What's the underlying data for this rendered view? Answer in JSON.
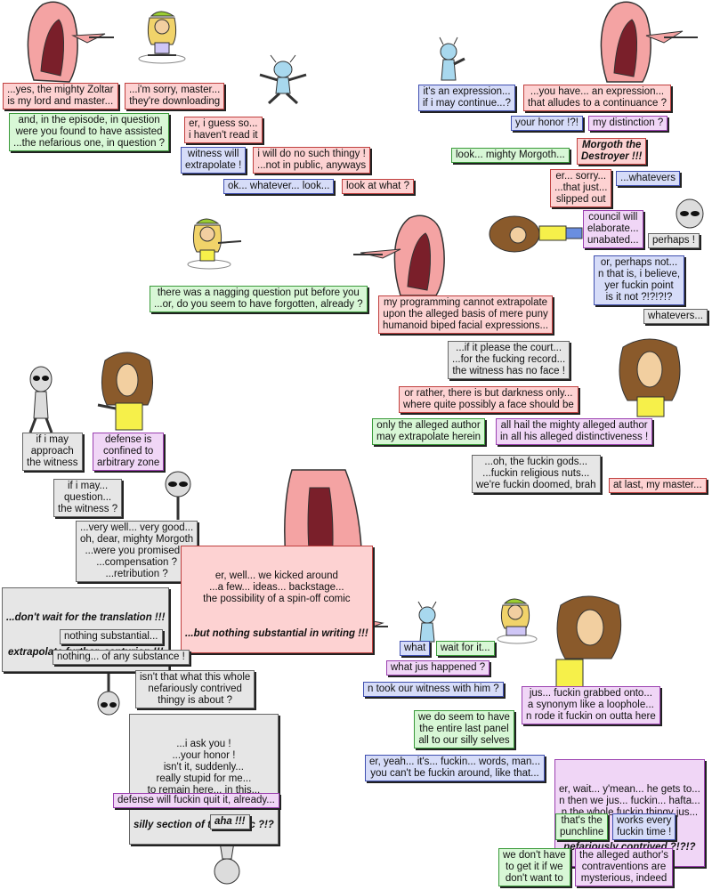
{
  "bubbles": {
    "z1": "...yes, the mighty Zoltar\nis my lord and master...",
    "d1": "...i'm sorry, master...\nthey're downloading",
    "g1": "and, in the episode, in question\nwere you found to have assisted\n...the nefarious one, in question ?",
    "d2": "er, i guess so...\ni haven't read it",
    "b1": "witness will\nextrapolate !",
    "r1": "i will do no such thingy !\n...not in public, anyways",
    "b2": "ok... whatever... look...",
    "r2": "look at what ?",
    "b3": "it's an expression...\nif i may continue...?",
    "r3": "...you have... an expression...\nthat alludes to a continuance ?",
    "b4": "your honor !?!",
    "p1": "my distinction ?",
    "g2": "look... mighty Morgoth...",
    "r4": "Morgoth the\nDestroyer !!!",
    "r5": "er... sorry...\n...that just...\nslipped out",
    "b5": "...whatevers",
    "p2": "council will\nelaborate...\nunabated...",
    "gy1": "perhaps !",
    "b6": "or, perhaps not...\nn that is, i believe,\nyer fuckin point\nis it not ?!?!?!?",
    "gy2": "whatevers...",
    "g3": "there was a nagging question put before you\n...or, do you seem to have forgotten, already ?",
    "r6": "my programming cannot extrapolate\nupon the alleged basis of mere puny\nhumanoid biped facial expressions...",
    "gy3": "...if it please the court...\n...for the fucking record...\nthe witness has no face !",
    "r7": "or rather, there is but darkness only...\nwhere quite possibly a face should be",
    "g4": "only the alleged author\nmay extrapolate herein",
    "p3": "all hail the mighty alleged author\nin all his alleged distinctiveness !",
    "gy4": "...oh, the fuckin gods...\n...fuckin religious nuts...\nwe're fuckin doomed, brah",
    "r8": "at last, my master...",
    "gy5": "if i may\napproach\nthe witness",
    "p4": "defense is\nconfined to\narbitrary zone",
    "gy6": "if i may...\nquestion...\nthe witness ?",
    "gy7": "...very well... very good...\noh, dear, mighty Morgoth\n...were you promised...\n...compensation ?\n...retribution ?",
    "gy8a": "...don't wait for the translation !!!",
    "gy8b": "extrapolate further, centurion !!!",
    "r9": "er, well... we kicked around\n...a few... ideas... backstage...\nthe possibility of a spin-off comic",
    "r9b": "...but nothing substantial in writing !!!",
    "gy9": "nothing substantial...",
    "gy10": "nothing... of any substance !",
    "gy11": "isn't that what this whole\nnefariously contrived\nthingy is about ?",
    "gy12": "...i ask you !\n...your honor !\nisn't it, suddenly...\nreally stupid for me...\nto remain here... in this...",
    "gy12b": "silly section of the comic ?!?",
    "p5": "defense will fuckin quit it, already...",
    "gy13": "aha !!!",
    "b7": "what",
    "g5": "wait for it...",
    "p6": "what jus happened ?",
    "b8": "n took our witness with him ?",
    "p7": "jus... fuckin grabbed onto...\na synonym like a loophole...\nn rode it fuckin on outta here",
    "g6": "we do seem to have\nthe entire last panel\nall to our silly selves",
    "b9": "er, yeah... it's... fuckin... words, man...\nyou can't be fuckin around, like that...",
    "p8": "er, wait... y'mean... he gets to...\nn then we jus... fuckin... hafta...\nn the whole fuckin thingy jus...",
    "p8b": "nefariously contrived ?!?!?",
    "g7": "that's the\npunchline",
    "b10": "works every\nfuckin time !",
    "g8": "we don't have\nto get it if we\ndon't want to",
    "p9": "the alleged author's\ncontraventions are\nmysterious, indeed"
  },
  "colors": {
    "zoltar": "#f4a3a3",
    "zoltar_dark": "#7a1f2a",
    "skin": "#f2cfa0",
    "hair": "#8a5a2b",
    "blond": "#f1d36a",
    "cap": "#9acd32",
    "alien_blue": "#a8d8ee",
    "alien_grey": "#dcdcdc",
    "shirt_yellow": "#f6f04a"
  }
}
